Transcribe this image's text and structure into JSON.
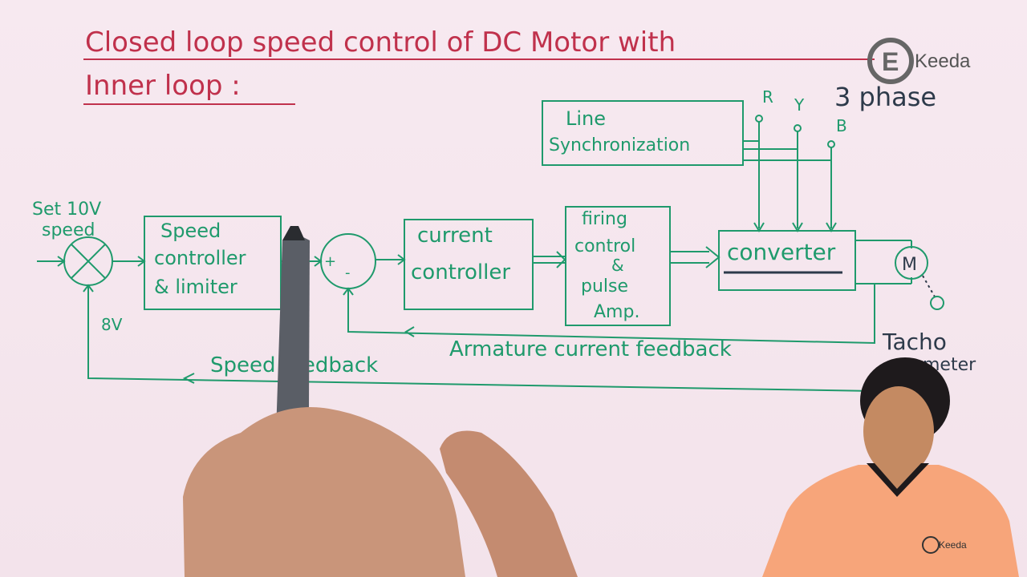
{
  "title": {
    "line1": "Closed loop speed control of DC Motor with",
    "line2": "Inner loop :"
  },
  "logo": {
    "letter": "E",
    "text": "Keeda"
  },
  "shirt_logo": "Keeda",
  "supply": {
    "label": "3 phase",
    "phases": [
      "R",
      "Y",
      "B"
    ]
  },
  "blocks": {
    "line_sync": [
      "Line",
      "Synchronization"
    ],
    "speed_controller": [
      "Speed",
      "controller",
      "& limiter"
    ],
    "current_controller": [
      "current",
      "controller"
    ],
    "firing": [
      "firing",
      "control",
      "&",
      "pulse",
      "Amp."
    ],
    "converter": "converter",
    "motor": "M"
  },
  "signals": {
    "set_speed": [
      "Set 10V",
      "speed"
    ],
    "voltage_8v": "8V",
    "sum_plus": "+",
    "sum_minus": "-",
    "armature_feedback": "Armature current feedback",
    "speed_feedback": "Speed feedback",
    "tacho": [
      "Tacho",
      "meter"
    ]
  },
  "colors": {
    "ink_red": "#c0314c",
    "ink_green": "#1f9a6c",
    "ink_dark": "#2d3a4a",
    "background": "#f6e6ee",
    "shirt": "#f7a57a"
  }
}
